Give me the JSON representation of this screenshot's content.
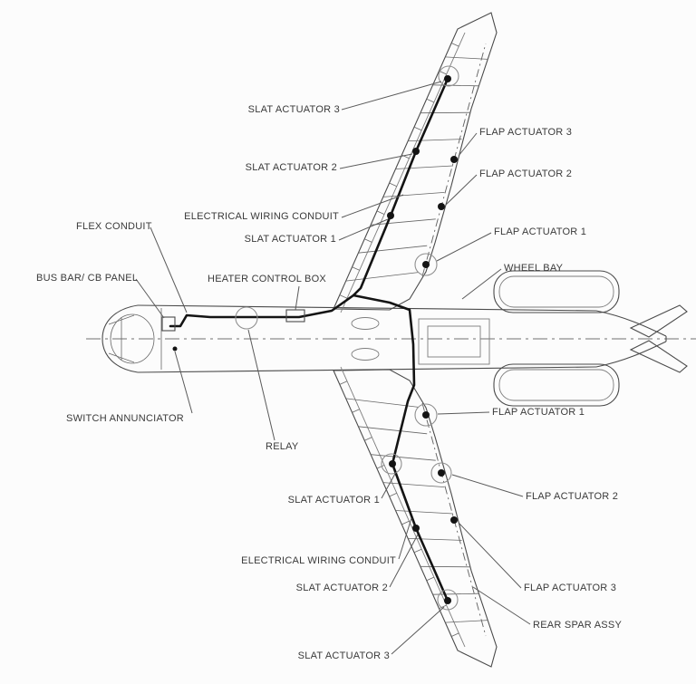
{
  "diagram": {
    "kind": "aircraft-top-view-wiring-diagram",
    "colors": {
      "background": "#fcfcfc",
      "outline": "#4a4a4a",
      "harness": "#141414",
      "label_text": "#3a3a3a",
      "highlight": "#8f8f8f"
    }
  },
  "labels": {
    "slat_actuator_3_top": "SLAT ACTUATOR 3",
    "flap_actuator_3_top": "FLAP ACTUATOR 3",
    "slat_actuator_2_top": "SLAT ACTUATOR 2",
    "flap_actuator_2_top": "FLAP ACTUATOR 2",
    "electrical_wiring_conduit_top": "ELECTRICAL WIRING CONDUIT",
    "slat_actuator_1_top": "SLAT ACTUATOR 1",
    "flap_actuator_1_top": "FLAP ACTUATOR 1",
    "wheel_bay": "WHEEL BAY",
    "flex_conduit": "FLEX CONDUIT",
    "bus_bar_cb_panel": "BUS BAR/ CB PANEL",
    "heater_control_box": "HEATER CONTROL BOX",
    "switch_annunciator": "SWITCH ANNUNCIATOR",
    "relay": "RELAY",
    "flap_actuator_1_bottom": "FLAP ACTUATOR 1",
    "slat_actuator_1_bottom": "SLAT ACTUATOR 1",
    "flap_actuator_2_bottom": "FLAP ACTUATOR 2",
    "electrical_wiring_conduit_bottom": "ELECTRICAL WIRING CONDUIT",
    "slat_actuator_2_bottom": "SLAT ACTUATOR 2",
    "flap_actuator_3_bottom": "FLAP ACTUATOR 3",
    "rear_spar_assy": "REAR SPAR ASSY",
    "slat_actuator_3_bottom": "SLAT ACTUATOR 3"
  }
}
